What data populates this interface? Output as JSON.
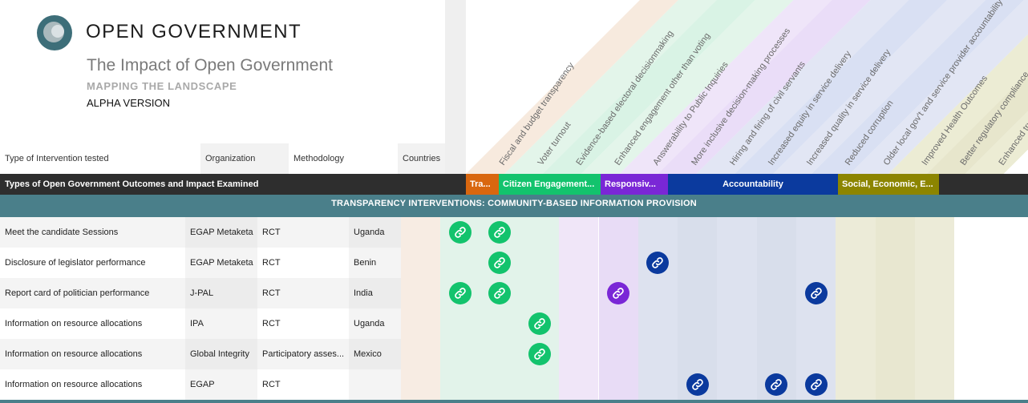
{
  "header": {
    "brand": "OPEN GOVERNMENT",
    "title": "The Impact of Open Government",
    "subtitle": "MAPPING THE LANDSCAPE",
    "version": "ALPHA VERSION",
    "logo_icon": "open-government-logo-icon"
  },
  "columns": {
    "intervention": "Type of Intervention tested",
    "organization": "Organization",
    "methodology": "Methodology",
    "countries": "Countries"
  },
  "outcomes": [
    "Fiscal and budget transparency",
    "Voter turnout",
    "Evidence-based electoral decisionmaking",
    "Enhanced engagement other than voting",
    "Answerability to Public Inquiries",
    "More inclusive decision-making processes",
    "Hiring and firing of civil servants",
    "Increased equity in service delivery",
    "Increased quality in service delivery",
    "Reduced corruption",
    "Older local gov't and service provider accountability",
    "Improved Health Outcomes",
    "Better regulatory compliance",
    "Enhanced trust in government"
  ],
  "category_bar": {
    "label": "Types of Open Government Outcomes and Impact Examined",
    "categories": [
      {
        "label": "Tra...",
        "color": "#d9670f"
      },
      {
        "label": "Citizen Engagement...",
        "color": "#13c36d"
      },
      {
        "label": "Responsiv...",
        "color": "#7a27d6"
      },
      {
        "label": "Accountability",
        "color": "#0b3a9e"
      },
      {
        "label": "Social, Economic, E...",
        "color": "#8c8500"
      }
    ]
  },
  "section_title": "TRANSPARENCY INTERVENTIONS: COMMUNITY-BASED INFORMATION PROVISION",
  "rows": [
    {
      "intervention": "Meet the candidate Sessions",
      "organization": "EGAP Metaketa",
      "methodology": "RCT",
      "country": "Uganda"
    },
    {
      "intervention": "Disclosure of legislator performance",
      "organization": "EGAP Metaketa",
      "methodology": "RCT",
      "country": "Benin"
    },
    {
      "intervention": "Report card of politician performance",
      "organization": "J-PAL",
      "methodology": "RCT",
      "country": "India"
    },
    {
      "intervention": "Information on resource allocations",
      "organization": "IPA",
      "methodology": "RCT",
      "country": "Uganda"
    },
    {
      "intervention": "Information on resource allocations",
      "organization": "Global Integrity",
      "methodology": "Participatory asses...",
      "country": "Mexico"
    },
    {
      "intervention": "Information on resource allocations",
      "organization": "EGAP",
      "methodology": "RCT",
      "country": ""
    }
  ],
  "links": [
    {
      "row": 0,
      "col": 1
    },
    {
      "row": 0,
      "col": 2
    },
    {
      "row": 1,
      "col": 2
    },
    {
      "row": 1,
      "col": 6
    },
    {
      "row": 2,
      "col": 1
    },
    {
      "row": 2,
      "col": 2
    },
    {
      "row": 2,
      "col": 5
    },
    {
      "row": 2,
      "col": 10
    },
    {
      "row": 3,
      "col": 3
    },
    {
      "row": 4,
      "col": 3
    },
    {
      "row": 5,
      "col": 7
    },
    {
      "row": 5,
      "col": 9
    },
    {
      "row": 5,
      "col": 10
    }
  ],
  "link_icon": "link-icon"
}
